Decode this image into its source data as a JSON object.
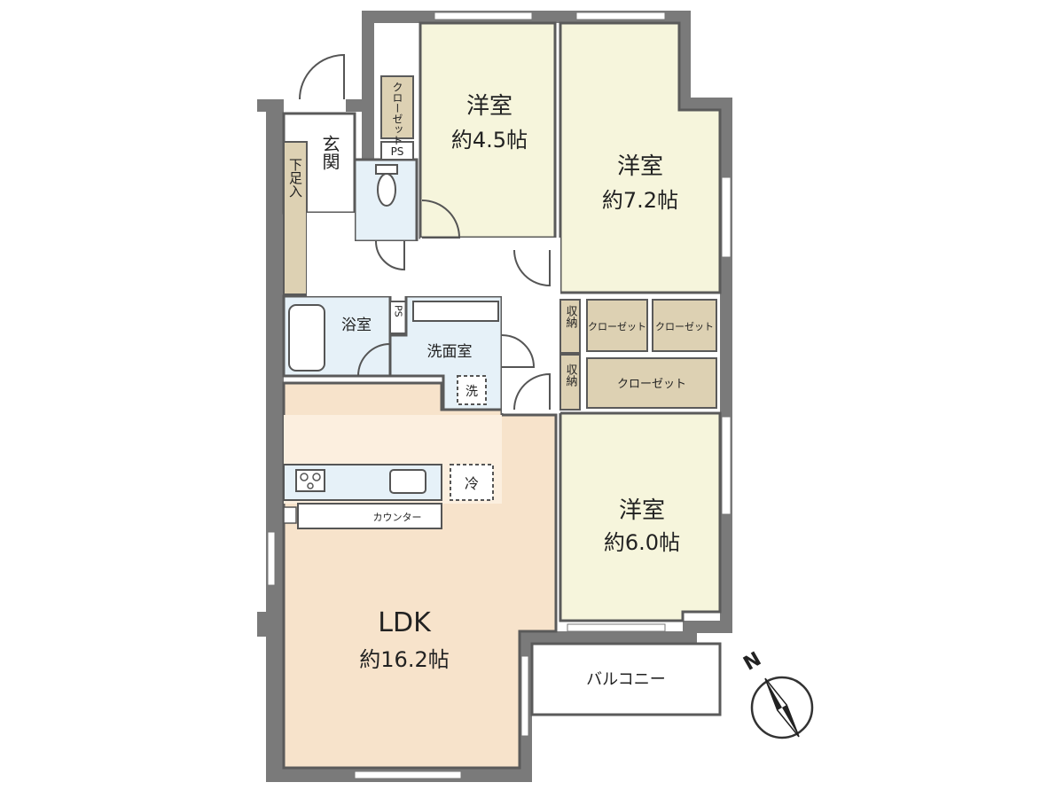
{
  "rooms": {
    "western_room_a": {
      "name": "洋室",
      "size": "約4.5帖"
    },
    "western_room_b": {
      "name": "洋室",
      "size": "約7.2帖"
    },
    "western_room_c": {
      "name": "洋室",
      "size": "約6.0帖"
    },
    "ldk": {
      "name": "LDK",
      "size": "約16.2帖"
    },
    "entrance": "玄関",
    "shoe_box": "下足入",
    "bathroom": "浴室",
    "washroom": "洗面室",
    "balcony": "バルコニー"
  },
  "storage": {
    "closet_small": "クローゼット",
    "closet_a": "クローゼット",
    "closet_b": "クローゼット",
    "closet_wide": "クローゼット",
    "storage_a": "収納",
    "storage_b": "収納"
  },
  "fixtures": {
    "ps_top": "PS",
    "ps_bath": "PS",
    "washer": "洗",
    "fridge": "冷",
    "counter": "カウンター"
  },
  "compass": {
    "north": "N"
  },
  "colors": {
    "wall": "#5a5a5a",
    "wall_light": "#8a8a8a",
    "western_room": "#f6f5dc",
    "ldk": "#f7e3cb",
    "kitchen_top": "#fcefdf",
    "wet_area": "#e6f1f8",
    "closet": "#ddd1b3",
    "floor_white": "#ffffff"
  }
}
